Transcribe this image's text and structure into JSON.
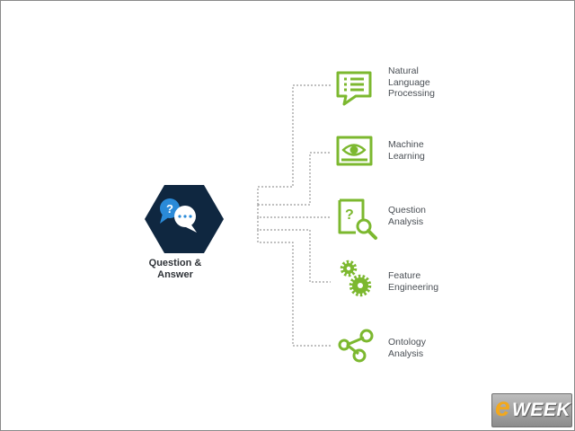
{
  "hub": {
    "label_line1": "Question &",
    "label_line2": "Answer"
  },
  "nodes": [
    {
      "key": "nlp",
      "icon": "document-list-icon",
      "line1": "Natural",
      "line2": "Language",
      "line3": "Processing"
    },
    {
      "key": "ml",
      "icon": "eye-monitor-icon",
      "line1": "Machine",
      "line2": "Learning",
      "line3": ""
    },
    {
      "key": "qa",
      "icon": "question-magnifier-icon",
      "line1": "Question",
      "line2": "Analysis",
      "line3": ""
    },
    {
      "key": "fe",
      "icon": "gears-icon",
      "line1": "Feature",
      "line2": "Engineering",
      "line3": ""
    },
    {
      "key": "oa",
      "icon": "nodes-graph-icon",
      "line1": "Ontology",
      "line2": "Analysis",
      "line3": ""
    }
  ],
  "watermark": {
    "e": "e",
    "week": "WEEK"
  },
  "colors": {
    "accent": "#7cb82f",
    "hub": "#0f2740",
    "bubble_blue": "#2a8ad8",
    "line": "#9a9a9a"
  }
}
